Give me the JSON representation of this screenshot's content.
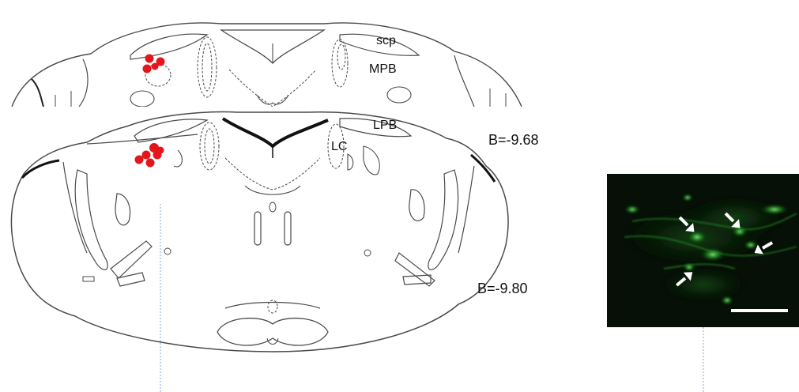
{
  "atlas_section_upper": {
    "labels": {
      "scp": "scp",
      "mpb": "MPB"
    },
    "bregma": "B=-9.68"
  },
  "atlas_section_lower": {
    "labels": {
      "lpb": "LPB",
      "lc": "LC"
    },
    "bregma": "B=-9.80"
  },
  "colors": {
    "outline": "#4a4a4a",
    "injection_site": "#e3161b",
    "micrograph_bg": "#061006",
    "fluorescence": "#3ec93e",
    "leader_line": "#8aa6c8"
  },
  "micrograph": {
    "arrows": 4,
    "scale_bar": true
  }
}
